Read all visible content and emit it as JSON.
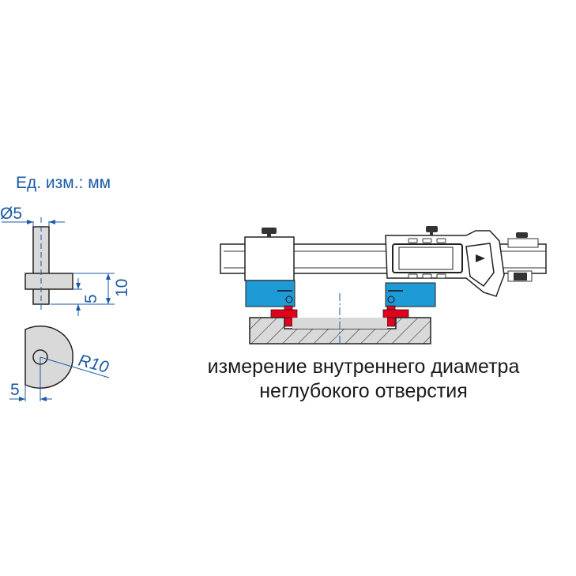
{
  "units_label": "Ед. изм.: мм",
  "dimensions": {
    "diameter": "Ø5",
    "height_total": "10",
    "height_pin": "5",
    "radius": "R10",
    "offset": "5"
  },
  "caption": {
    "line1": "измерение внутреннего диаметра",
    "line2": "неглубокого отверстия"
  },
  "colors": {
    "dimension_blue": "#1a5aa6",
    "jaw_blue": "#1e9ad6",
    "tip_red": "#e2001a",
    "part_gray": "#d9d9d9"
  }
}
